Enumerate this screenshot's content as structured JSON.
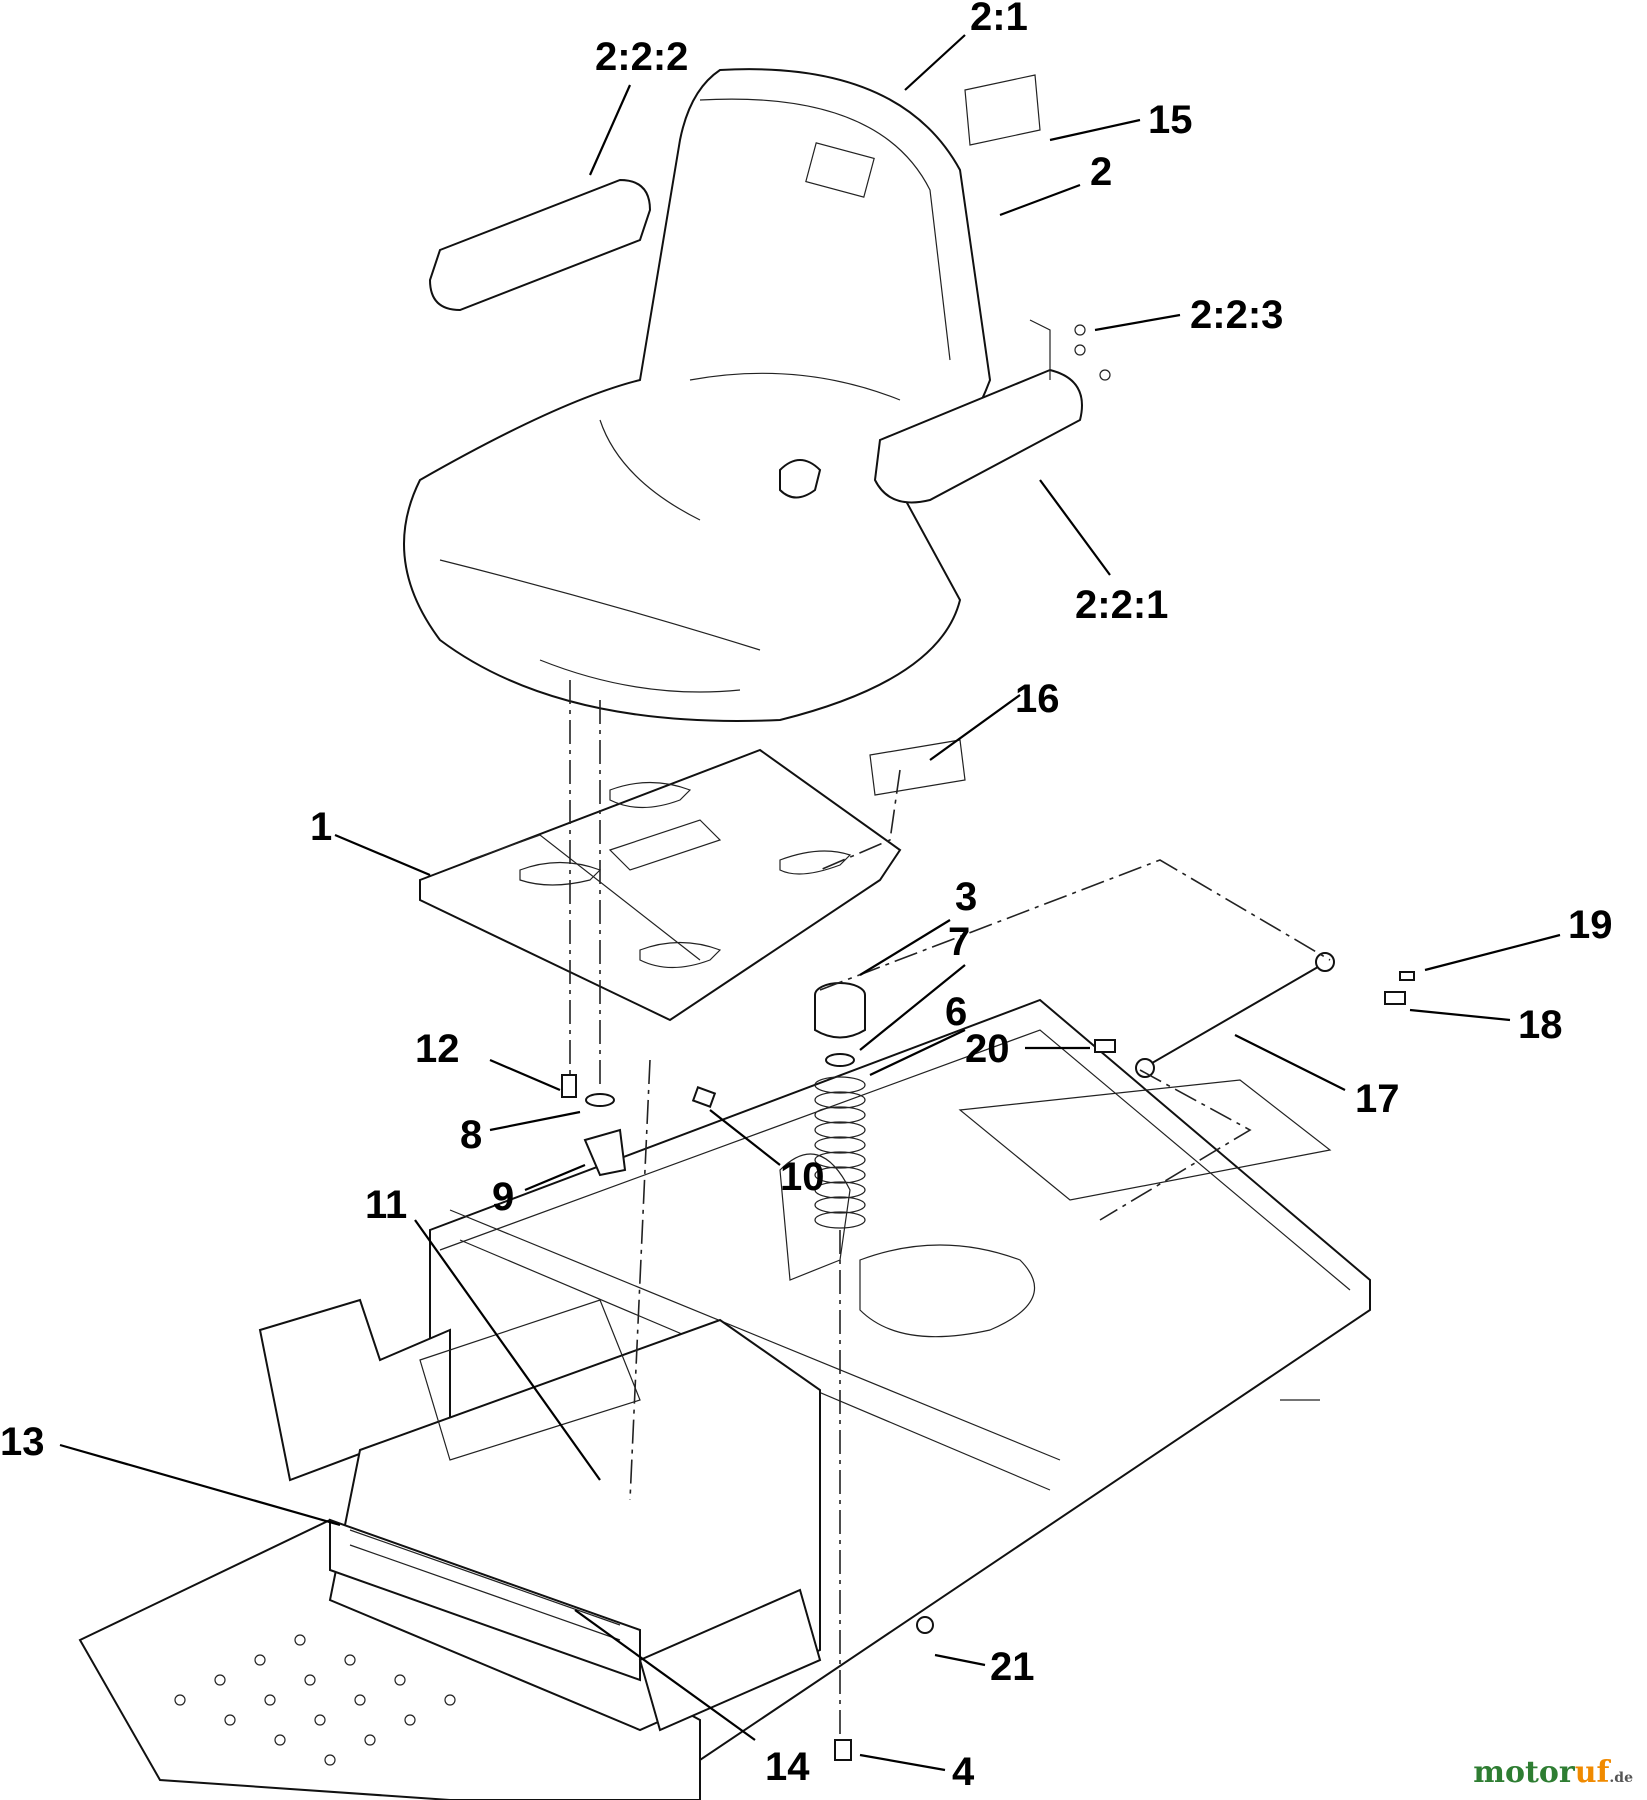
{
  "callouts": {
    "c_2_1": "2:1",
    "c_2_2_2": "2:2:2",
    "c_15": "15",
    "c_2": "2",
    "c_2_2_3": "2:2:3",
    "c_2_2_1": "2:2:1",
    "c_16": "16",
    "c_1": "1",
    "c_3": "3",
    "c_7": "7",
    "c_19": "19",
    "c_6": "6",
    "c_18": "18",
    "c_20": "20",
    "c_12": "12",
    "c_17": "17",
    "c_8": "8",
    "c_10": "10",
    "c_9": "9",
    "c_11": "11",
    "c_13": "13",
    "c_21": "21",
    "c_14": "14",
    "c_4": "4"
  },
  "watermark": {
    "main": "motor",
    "accent": "uf",
    "tld": ".de"
  },
  "colors": {
    "watermark_green": "#2e7d32",
    "watermark_orange": "#f08a00",
    "line": "#000000"
  }
}
